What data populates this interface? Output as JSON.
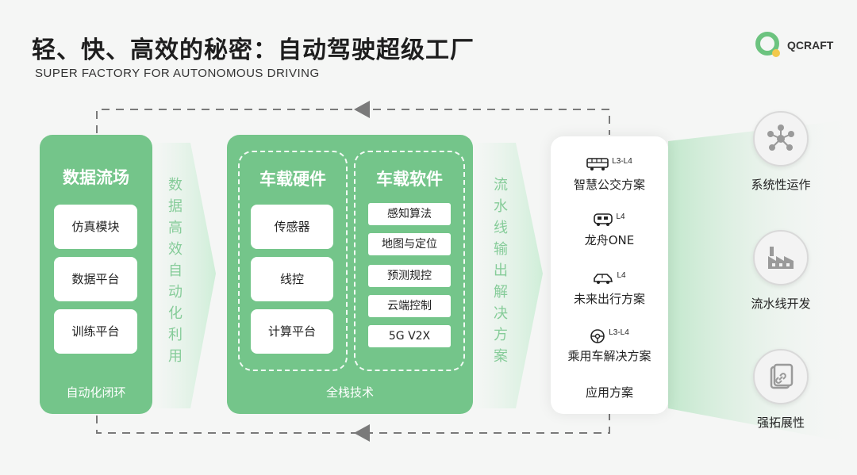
{
  "header": {
    "title": "轻、快、高效的秘密：自动驾驶超级工厂",
    "subtitle": "SUPER FACTORY FOR AUTONOMOUS DRIVING",
    "logo_text": "QCRAFT"
  },
  "data_field": {
    "title": "数据流场",
    "items": [
      "仿真模块",
      "数据平台",
      "训练平台"
    ],
    "footer": "自动化闭环"
  },
  "connector_left": "数据高效自动化利用",
  "full_stack": {
    "hardware": {
      "title": "车载硬件",
      "items": [
        "传感器",
        "线控",
        "计算平台"
      ]
    },
    "software": {
      "title": "车载软件",
      "items": [
        "感知算法",
        "地图与定位",
        "预测规控",
        "云端控制",
        "5G V2X"
      ]
    },
    "footer": "全栈技术"
  },
  "connector_right": "流水线输出解决方案",
  "solutions": {
    "items": [
      {
        "icon": "bus-icon",
        "tag": "L3-L4",
        "label": "智慧公交方案"
      },
      {
        "icon": "minibus-icon",
        "tag": "L4",
        "label": "龙舟ONE"
      },
      {
        "icon": "car-icon",
        "tag": "L4",
        "label": "未来出行方案"
      },
      {
        "icon": "steering-wheel-icon",
        "tag": "L3-L4",
        "label": "乘用车解决方案"
      }
    ],
    "footer": "应用方案"
  },
  "features": [
    {
      "icon": "network-icon",
      "label": "系统性运作"
    },
    {
      "icon": "factory-icon",
      "label": "流水线开发"
    },
    {
      "icon": "link-icon",
      "label": "强拓展性"
    }
  ],
  "colors": {
    "green": "#74c58a",
    "light_green": "#86cc99",
    "dash": "#777777"
  }
}
